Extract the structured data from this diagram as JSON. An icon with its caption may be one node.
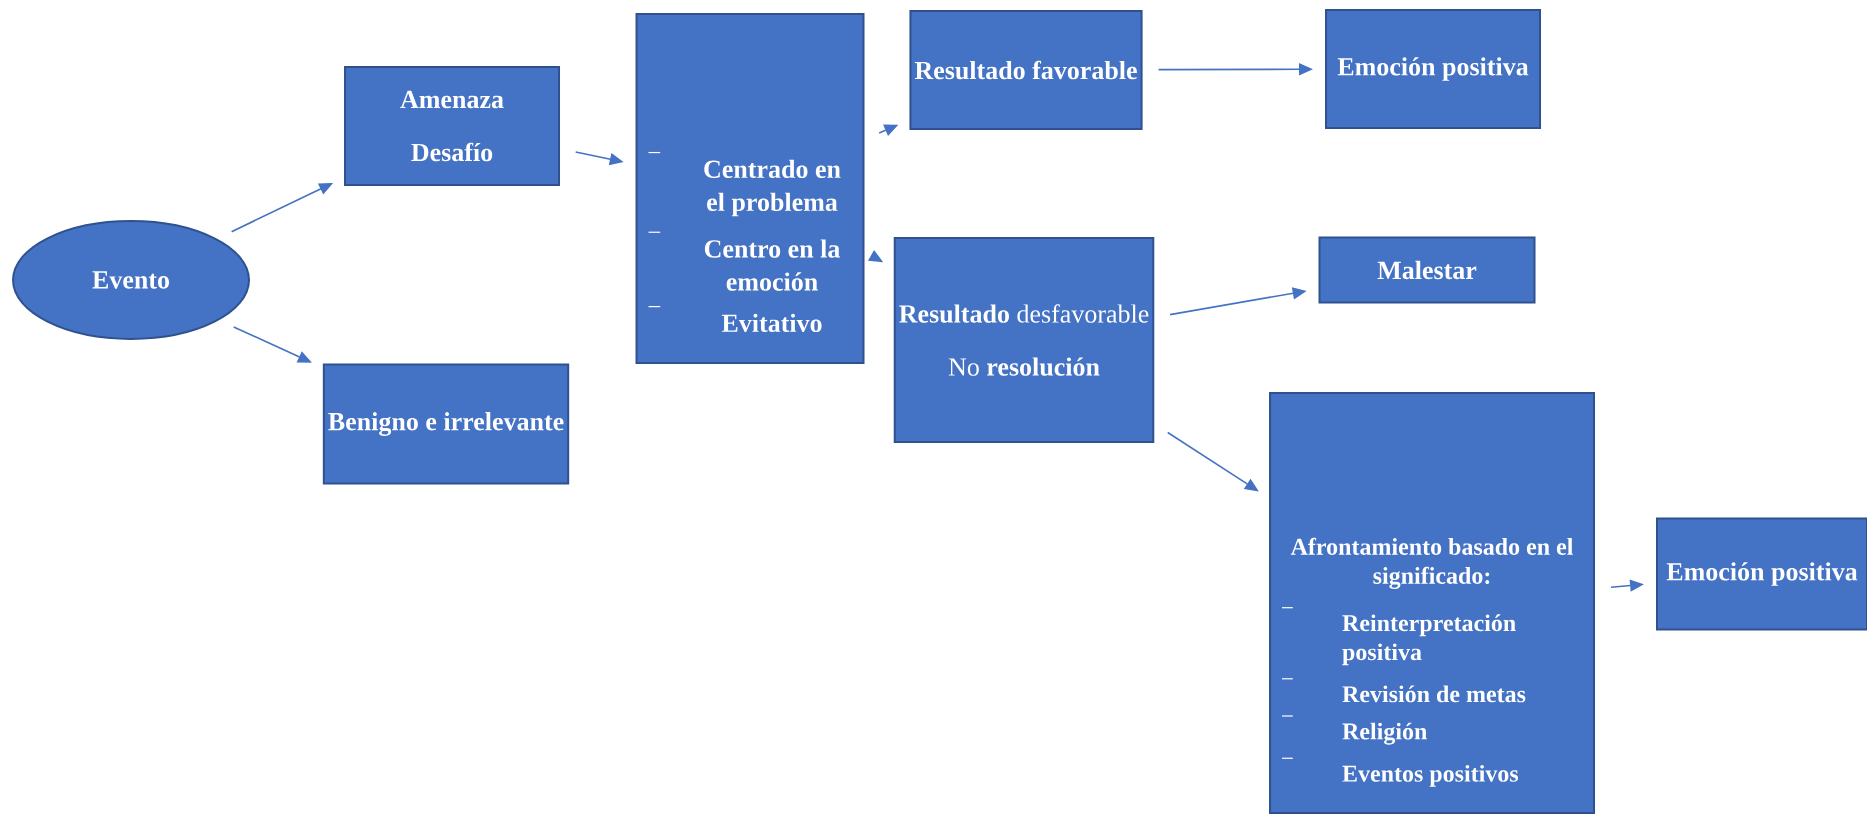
{
  "diagram": {
    "nodes": [
      {
        "text": [
          "Evento"
        ]
      },
      {
        "text": [
          "Amenaza",
          "Desafío"
        ]
      },
      {
        "text": [
          "Benigno e irrelevante"
        ]
      },
      {
        "text": [
          "Centrado en el problema",
          "Centro en la emoción",
          "Evitativo"
        ]
      },
      {
        "text": [
          "Resultado favorable"
        ]
      },
      {
        "text": [
          "Emoción positiva"
        ]
      },
      {
        "text": [
          "**Resultado** desfavorable",
          "No **resolución**"
        ]
      },
      {
        "text": [
          "Malestar"
        ]
      },
      {
        "text": [
          "Afrontamiento basado en el significado:",
          "Reinterpretación positiva",
          "Revisión de metas",
          "Religión",
          "Eventos positivos"
        ]
      },
      {
        "text": [
          "Emoción positiva"
        ]
      }
    ],
    "edges": [
      {
        "from": 0,
        "to": 1,
        "arrow": "to"
      },
      {
        "from": 0,
        "to": 2,
        "arrow": "to"
      },
      {
        "from": 1,
        "to": 3,
        "arrow": "to"
      },
      {
        "from": 3,
        "to": 4,
        "arrow": "to"
      },
      {
        "from": 3,
        "to": 6,
        "arrow": "to"
      },
      {
        "from": 4,
        "to": 5,
        "arrow": "to"
      },
      {
        "from": 6,
        "to": 7,
        "arrow": "to"
      },
      {
        "from": 6,
        "to": 8,
        "arrow": "to"
      },
      {
        "from": 8,
        "to": 9,
        "arrow": "to"
      }
    ]
  }
}
